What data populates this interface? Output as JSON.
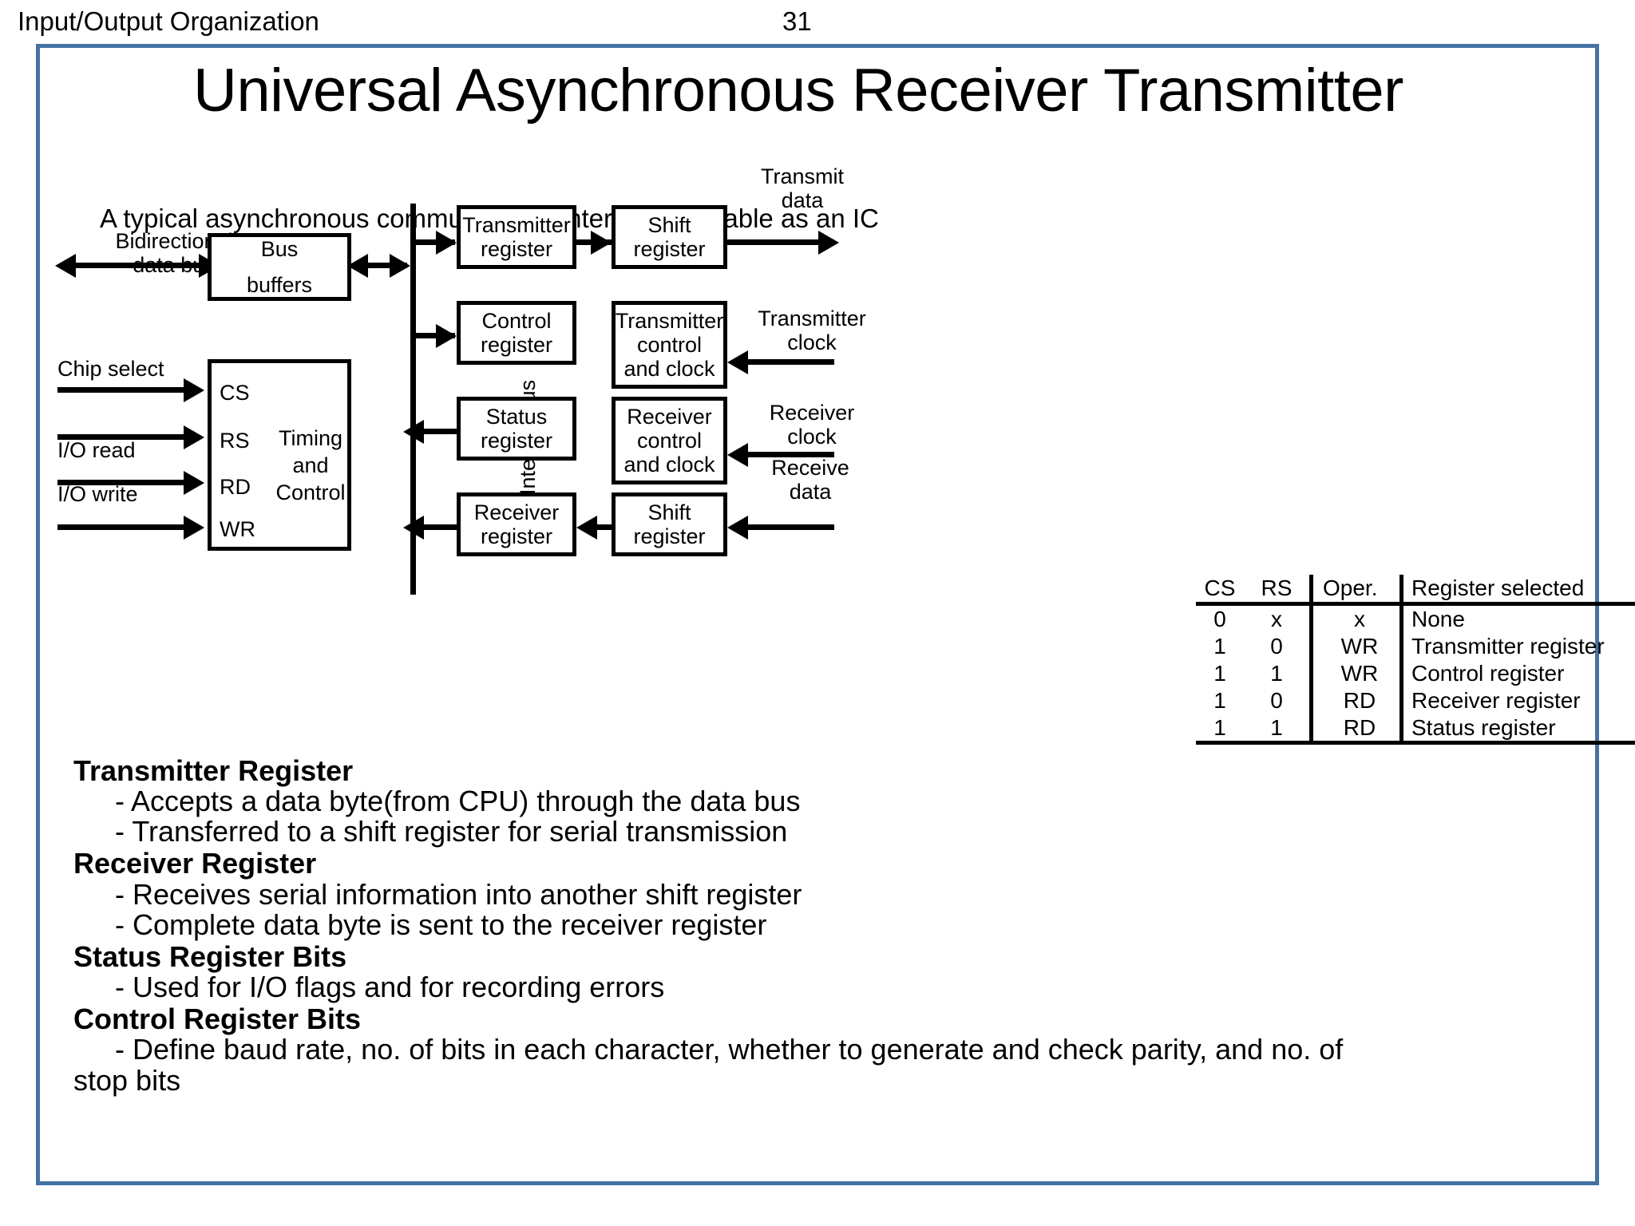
{
  "header": {
    "course": "Input/Output Organization",
    "page_number": "31"
  },
  "slide": {
    "title": "Universal Asynchronous Receiver Transmitter",
    "subtitle": "A typical asynchronous communication interface available as an IC"
  },
  "diagram": {
    "internal_bus_label": "Internal Bus",
    "blocks": {
      "bus_buffers": "Bus\nbuffers",
      "bus_buffers_l1": "Bus",
      "bus_buffers_l2": "buffers",
      "timing_control_l1": "Timing",
      "timing_control_l2": "and",
      "timing_control_l3": "Control",
      "pin_cs": "CS",
      "pin_rs": "RS",
      "pin_rd": "RD",
      "pin_wr": "WR",
      "transmitter_register_l1": "Transmitter",
      "transmitter_register_l2": "register",
      "tx_shift_register_l1": "Shift",
      "tx_shift_register_l2": "register",
      "control_register_l1": "Control",
      "control_register_l2": "register",
      "transmitter_control_l1": "Transmitter",
      "transmitter_control_l2": "control",
      "transmitter_control_l3": "and clock",
      "status_register_l1": "Status",
      "status_register_l2": "register",
      "receiver_control_l1": "Receiver",
      "receiver_control_l2": "control",
      "receiver_control_l3": "and clock",
      "receiver_register_l1": "Receiver",
      "receiver_register_l2": "register",
      "rx_shift_register_l1": "Shift",
      "rx_shift_register_l2": "register"
    },
    "signals": {
      "bidirectional_data_bus_l1": "Bidirectional",
      "bidirectional_data_bus_l2": "data bus",
      "chip_select": "Chip select",
      "io_read": "I/O read",
      "io_write": "I/O write",
      "transmit_data_l1": "Transmit",
      "transmit_data_l2": "data",
      "transmitter_clock_l1": "Transmitter",
      "transmitter_clock_l2": "clock",
      "receiver_clock_l1": "Receiver",
      "receiver_clock_l2": "clock",
      "receive_data_l1": "Receive",
      "receive_data_l2": "data"
    }
  },
  "truth_table": {
    "headers": [
      "CS",
      "RS",
      "Oper.",
      "Register selected"
    ],
    "rows": [
      {
        "cs": "0",
        "rs": "x",
        "oper": "x",
        "register": "None"
      },
      {
        "cs": "1",
        "rs": "0",
        "oper": "WR",
        "register": "Transmitter register"
      },
      {
        "cs": "1",
        "rs": "1",
        "oper": "WR",
        "register": "Control register"
      },
      {
        "cs": "1",
        "rs": "0",
        "oper": "RD",
        "register": " Receiver register"
      },
      {
        "cs": "1",
        "rs": "1",
        "oper": "RD",
        "register": " Status register"
      }
    ]
  },
  "notes": [
    {
      "type": "heading",
      "text": "Transmitter Register"
    },
    {
      "type": "bullet",
      "text": "- Accepts a data byte(from CPU) through the data bus"
    },
    {
      "type": "bullet",
      "text": "- Transferred to a shift register for serial transmission"
    },
    {
      "type": "heading",
      "text": "Receiver Register"
    },
    {
      "type": "bullet",
      "text": "- Receives serial information into another shift register"
    },
    {
      "type": "bullet",
      "text": "- Complete data byte is sent to the receiver register"
    },
    {
      "type": "heading",
      "text": "Status Register Bits"
    },
    {
      "type": "bullet",
      "text": "- Used for I/O flags and for recording errors"
    },
    {
      "type": "heading",
      "text": "Control Register Bits"
    },
    {
      "type": "bullet",
      "text": "- Define baud rate, no. of bits in each character, whether to generate and check parity, and no. of"
    },
    {
      "type": "cont",
      "text": "stop bits"
    }
  ],
  "colors": {
    "frame_border": "#4472A4",
    "diagram_stroke": "#000000",
    "background": "#FFFFFF"
  }
}
